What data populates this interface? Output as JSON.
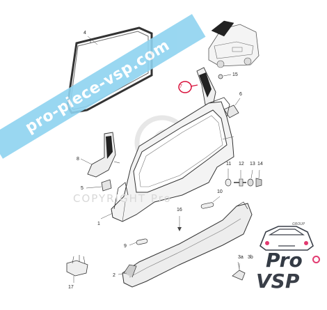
{
  "watermark": {
    "banner_text": "pro-piece-vsp.com",
    "copyright_text": "COPYRIGHT Pro"
  },
  "callouts": {
    "c1": "1",
    "c2": "2",
    "c3": "3a",
    "c3b": "3b",
    "c4": "4",
    "c5": "5",
    "c6": "6",
    "c7": "7",
    "c8": "8",
    "c9": "9",
    "c10": "10",
    "c11": "11",
    "c12": "12",
    "c13": "13",
    "c14": "14",
    "c15": "15",
    "c16": "16",
    "c17": "17"
  },
  "logo": {
    "group_label": "GROUP",
    "word_top": "Pro",
    "word_bottom": "VSP"
  },
  "colors": {
    "banner": "#8fd3f0",
    "accent_pink": "#e23a70",
    "highlight_red": "#d8103a",
    "line": "#333333"
  }
}
